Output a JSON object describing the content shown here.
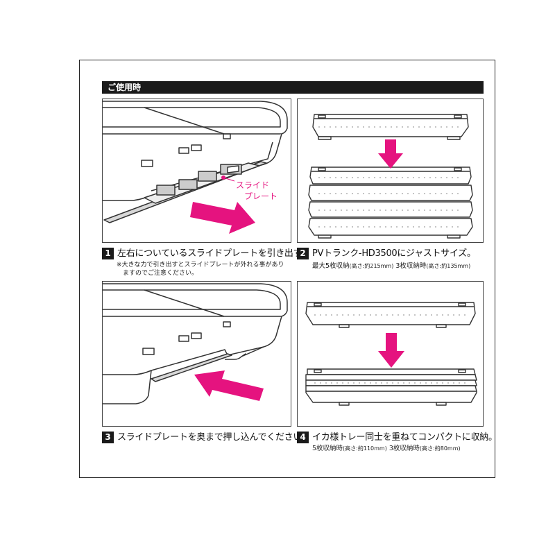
{
  "header": {
    "title": "ご使用時"
  },
  "steps": [
    {
      "number": "1",
      "text": "左右についているスライドプレートを引き出す。",
      "note_line1": "※大きな力で引き出すとスライドプレートが外れる事があり",
      "note_line2": "ますのでご注意ください。"
    },
    {
      "number": "2",
      "text": "PVトランク-HD3500にジャストサイズ。",
      "sub_a": "最大5枚収納",
      "sub_a_small": "(高さ:約215mm)",
      "sub_b": "3枚収納時",
      "sub_b_small": "(高さ:約135mm)"
    },
    {
      "number": "3",
      "text": "スライドプレートを奥まで押し込んでください。"
    },
    {
      "number": "4",
      "text": "イカ様トレー同士を重ねてコンパクトに収納。",
      "sub_a": "5枚収納時",
      "sub_a_small": "(高さ:約110mm)",
      "sub_b": "3枚収納時",
      "sub_b_small": "(高さ:約80mm)"
    }
  ],
  "callout": {
    "line1": "スライド",
    "line2": "プレート"
  },
  "colors": {
    "accent": "#e5137f",
    "dark": "#1a1a1a",
    "line": "#333333"
  },
  "icons": [
    "arrow-pull-icon",
    "arrow-push-icon",
    "arrow-down-icon"
  ]
}
